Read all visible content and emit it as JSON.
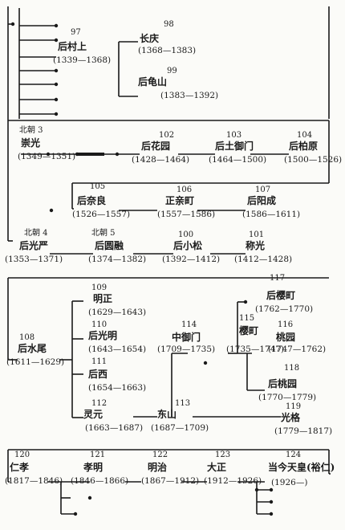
{
  "emperors": [
    {
      "key": "e97",
      "number": "97",
      "name": "后村上",
      "dates": "(1339—1368)"
    },
    {
      "key": "e98",
      "number": "98",
      "name": "长庆",
      "dates": "(1368—1383)"
    },
    {
      "key": "e99",
      "number": "99",
      "name": "后龟山",
      "dates": "(1383—1392)"
    },
    {
      "key": "n3",
      "number": "北朝 3",
      "name": "崇光",
      "dates": "(1349—1351)"
    },
    {
      "key": "e102",
      "number": "102",
      "name": "后花园",
      "dates": "(1428—1464)"
    },
    {
      "key": "e103",
      "number": "103",
      "name": "后土御门",
      "dates": "(1464—1500)"
    },
    {
      "key": "e104",
      "number": "104",
      "name": "后柏原",
      "dates": "(1500—1526)"
    },
    {
      "key": "e105",
      "number": "105",
      "name": "后奈良",
      "dates": "(1526—1557)"
    },
    {
      "key": "e106",
      "number": "106",
      "name": "正亲町",
      "dates": "(1557—1586)"
    },
    {
      "key": "e107",
      "number": "107",
      "name": "后阳成",
      "dates": "(1586—1611)"
    },
    {
      "key": "n4",
      "number": "北朝 4",
      "name": "后光严",
      "dates": "(1353—1371)"
    },
    {
      "key": "n5",
      "number": "北朝 5",
      "name": "后圆融",
      "dates": "(1374—1382)"
    },
    {
      "key": "e100",
      "number": "100",
      "name": "后小松",
      "dates": "(1392—1412)"
    },
    {
      "key": "e101",
      "number": "101",
      "name": "称光",
      "dates": "(1412—1428)"
    },
    {
      "key": "e108",
      "number": "108",
      "name": "后水尾",
      "dates": "(1611—1629)"
    },
    {
      "key": "e109",
      "number": "109",
      "name": "明正",
      "dates": "(1629—1643)"
    },
    {
      "key": "e110",
      "number": "110",
      "name": "后光明",
      "dates": "(1643—1654)"
    },
    {
      "key": "e111",
      "number": "111",
      "name": "后西",
      "dates": "(1654—1663)"
    },
    {
      "key": "e112",
      "number": "112",
      "name": "灵元",
      "dates": "(1663—1687)"
    },
    {
      "key": "e113",
      "number": "113",
      "name": "东山",
      "dates": "(1687—1709)"
    },
    {
      "key": "e114",
      "number": "114",
      "name": "中御门",
      "dates": "(1709—1735)"
    },
    {
      "key": "e115",
      "number": "115",
      "name": "樱町",
      "dates": "(1735—1747)"
    },
    {
      "key": "e116",
      "number": "116",
      "name": "桃园",
      "dates": "(1747—1762)"
    },
    {
      "key": "e117",
      "number": "117",
      "name": "后樱町",
      "dates": "(1762—1770)"
    },
    {
      "key": "e118",
      "number": "118",
      "name": "后桃园",
      "dates": "(1770—1779)"
    },
    {
      "key": "e119",
      "number": "119",
      "name": "光格",
      "dates": "(1779—1817)"
    },
    {
      "key": "e120",
      "number": "120",
      "name": "仁孝",
      "dates": "(1817—1846)"
    },
    {
      "key": "e121",
      "number": "121",
      "name": "孝明",
      "dates": "(1846—1866)"
    },
    {
      "key": "e122",
      "number": "122",
      "name": "明治",
      "dates": "(1867—1912)"
    },
    {
      "key": "e123",
      "number": "123",
      "name": "大正",
      "dates": "(1912—1926)"
    },
    {
      "key": "e124",
      "number": "124",
      "name": "当今天皇(裕仁)",
      "dates": "(1926—)"
    }
  ],
  "colors": {
    "ink": "#1a1a1a",
    "paper": "#fbfbf8"
  }
}
